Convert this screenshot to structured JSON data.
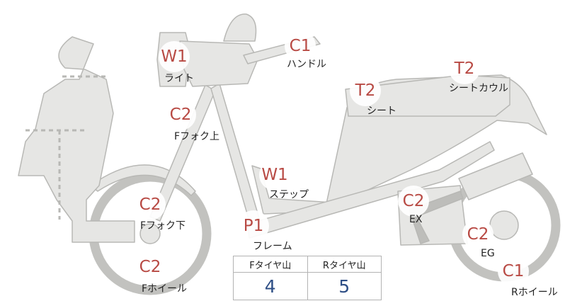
{
  "colors": {
    "body_fill": "#e6e6e4",
    "outline": "#b8b8b5",
    "code_text": "#b84a44",
    "value_text": "#2f4f86"
  },
  "parts": [
    {
      "id": "light",
      "code": "W1",
      "label": "ライト"
    },
    {
      "id": "handle",
      "code": "C1",
      "label": "ハンドル"
    },
    {
      "id": "seat-cowl",
      "code": "T2",
      "label": "シートカウル"
    },
    {
      "id": "seat",
      "code": "T2",
      "label": "シート"
    },
    {
      "id": "fork-upper",
      "code": "C2",
      "label": "Fフォク上"
    },
    {
      "id": "step",
      "code": "W1",
      "label": "ステップ"
    },
    {
      "id": "exhaust",
      "code": "C2",
      "label": "EX"
    },
    {
      "id": "fork-lower",
      "code": "C2",
      "label": "Fフォク下"
    },
    {
      "id": "frame",
      "code": "P1",
      "label": "フレーム"
    },
    {
      "id": "engine",
      "code": "C2",
      "label": "EG"
    },
    {
      "id": "front-wheel",
      "code": "C2",
      "label": "Fホイール"
    },
    {
      "id": "rear-wheel",
      "code": "C1",
      "label": "Rホイール"
    }
  ],
  "tire_table": {
    "headers": [
      "Fタイヤ山",
      "Rタイヤ山"
    ],
    "values": [
      "4",
      "5"
    ]
  }
}
